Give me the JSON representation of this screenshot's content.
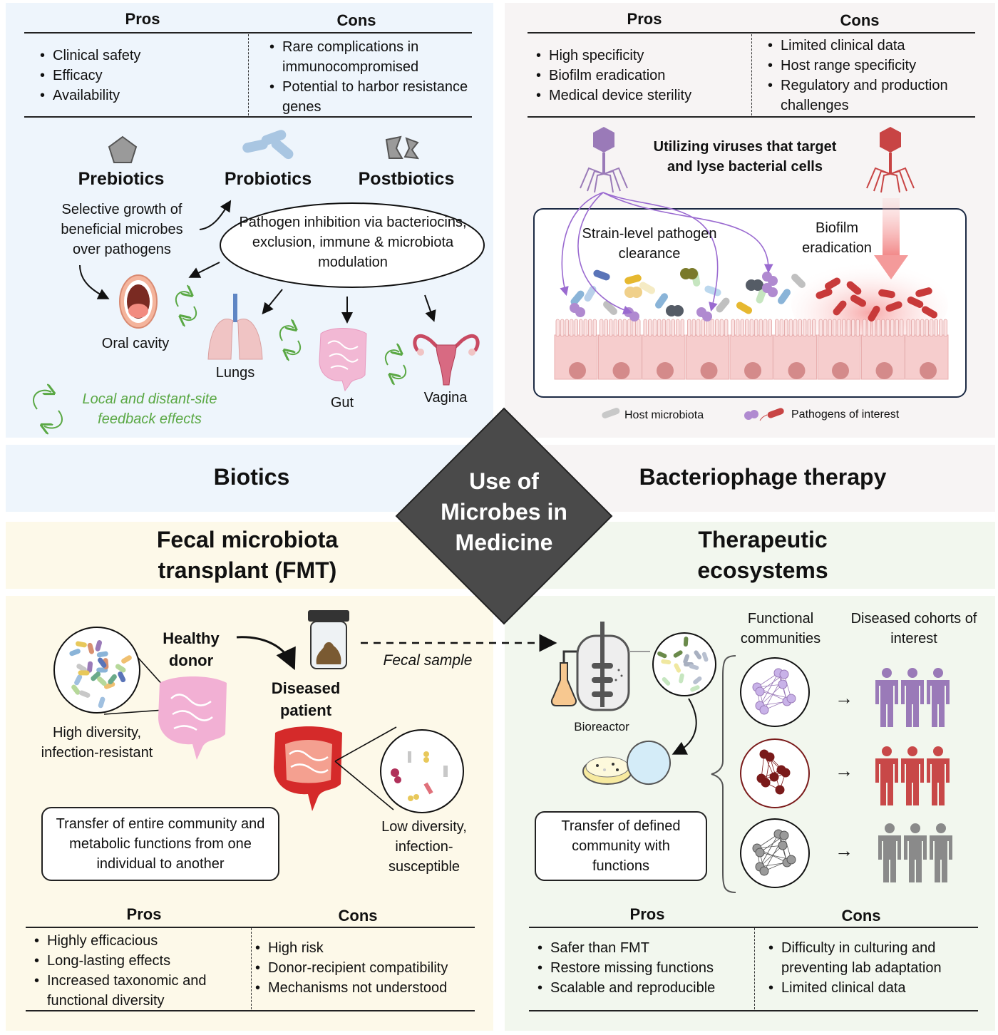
{
  "center": {
    "title_lines": [
      "Use of",
      "Microbes in",
      "Medicine"
    ],
    "color": "#4a4a4a"
  },
  "biotics": {
    "section_title": "Biotics",
    "pros_header": "Pros",
    "cons_header": "Cons",
    "pros": [
      "Clinical safety",
      "Efficacy",
      "Availability"
    ],
    "cons": [
      "Rare complications in immunocompromised",
      "Potential to harbor resistance genes"
    ],
    "types": [
      "Prebiotics",
      "Probiotics",
      "Postbiotics"
    ],
    "prebiotic_note": "Selective growth of beneficial microbes over pathogens",
    "probiotic_note": "Pathogen inhibition via bacteriocins, exclusion, immune & microbiota modulation",
    "sites": [
      "Oral cavity",
      "Lungs",
      "Gut",
      "Vagina"
    ],
    "feedback_legend": "Local and distant-site feedback effects",
    "feedback_color": "#5aa844"
  },
  "phage": {
    "section_title": "Bacteriophage therapy",
    "pros_header": "Pros",
    "cons_header": "Cons",
    "pros": [
      "High specificity",
      "Biofilm eradication",
      "Medical device sterility"
    ],
    "cons": [
      "Limited clinical data",
      "Host range specificity",
      "Regulatory and production challenges"
    ],
    "description": "Utilizing viruses that target and lyse bacterial cells",
    "label_clearance": "Strain-level pathogen clearance",
    "label_biofilm": "Biofilm eradication",
    "legend_host": "Host microbiota",
    "legend_pathogens": "Pathogens of interest",
    "phage_colors": [
      "#9a7ab8",
      "#c84444"
    ]
  },
  "fmt": {
    "section_title": "Fecal microbiota transplant (FMT)",
    "pros_header": "Pros",
    "cons_header": "Cons",
    "pros": [
      "Highly efficacious",
      "Long-lasting effects",
      "Increased taxonomic and functional diversity"
    ],
    "cons": [
      "High risk",
      "Donor-recipient compatibility",
      "Mechanisms not understood"
    ],
    "donor_label": "Healthy donor",
    "patient_label": "Diseased patient",
    "donor_note": "High diversity, infection-resistant",
    "patient_note": "Low diversity, infection-susceptible",
    "sample_label": "Fecal sample",
    "summary_box": "Transfer of entire community and metabolic functions from one individual to another"
  },
  "eco": {
    "section_title": "Therapeutic ecosystems",
    "pros_header": "Pros",
    "cons_header": "Cons",
    "pros": [
      "Safer than FMT",
      "Restore missing functions",
      "Scalable and reproducible"
    ],
    "cons": [
      "Difficulty in culturing and preventing lab adaptation",
      "Limited clinical data"
    ],
    "bioreactor_label": "Bioreactor",
    "col_communities": "Functional communities",
    "col_cohorts": "Diseased cohorts of interest",
    "summary_box": "Transfer of defined community with functions",
    "cohort_colors": [
      "#9a7ab8",
      "#c84848",
      "#8a8a8a"
    ]
  }
}
